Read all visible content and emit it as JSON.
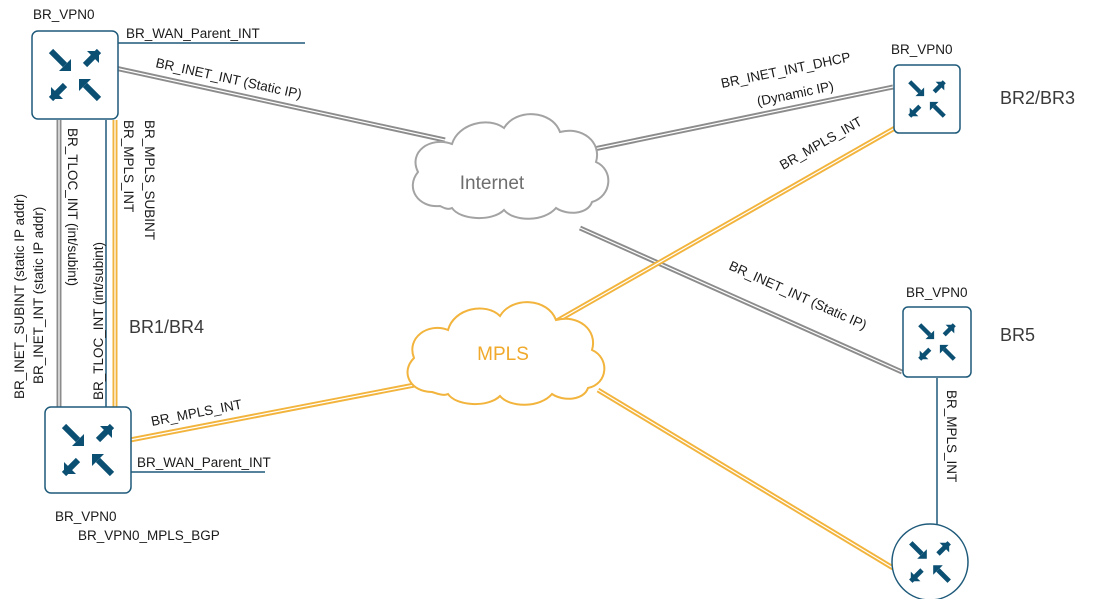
{
  "colors": {
    "internet_link": "#8c8c8c",
    "mpls_link": "#f2b43c",
    "router_fill": "#ffffff",
    "router_stroke": "#1e5a7a",
    "router_arrow": "#0b4f72",
    "internet_cloud_stroke": "#a3a3a3",
    "internet_text": "#6e6e6e",
    "mpls_cloud_stroke": "#f2b43c",
    "mpls_text": "#f0a92b"
  },
  "clouds": {
    "internet": "Internet",
    "mpls": "MPLS"
  },
  "sites": {
    "br1_br4": "BR1/BR4",
    "br2_br3": "BR2/BR3",
    "br5": "BR5"
  },
  "routers": {
    "top_left_vpn": "BR_VPN0",
    "top_left_parent": "BR_WAN_Parent_INT",
    "bottom_left_vpn": "BR_VPN0",
    "bottom_left_parent": "BR_WAN_Parent_INT",
    "bottom_left_bgp": "BR_VPN0_MPLS_BGP",
    "br23_vpn": "BR_VPN0",
    "br5_vpn": "BR_VPN0"
  },
  "links": {
    "tl_inet": "BR_INET_INT (Static IP)",
    "br23_inet_1": "BR_INET_INT_DHCP",
    "br23_inet_2": "(Dynamic IP)",
    "br23_mpls": "BR_MPLS_INT",
    "br5_inet": "BR_INET_INT (Static IP)",
    "bl_mpls": "BR_MPLS_INT",
    "br5_mpls": "BR_MPLS_INT",
    "v_inet_subint": "BR_INET_SUBINT (static IP addr)",
    "v_inet_int": "BR_INET_INT (static IP addr)",
    "v_tloc_1": "BR_TLOC_INT (int/subint)",
    "v_tloc_2": "BR_TLOC_INT (int/subint)",
    "v_mpls_subint": "BR_MPLS_SUBINT",
    "v_mpls_int": "BR_MPLS_INT"
  }
}
